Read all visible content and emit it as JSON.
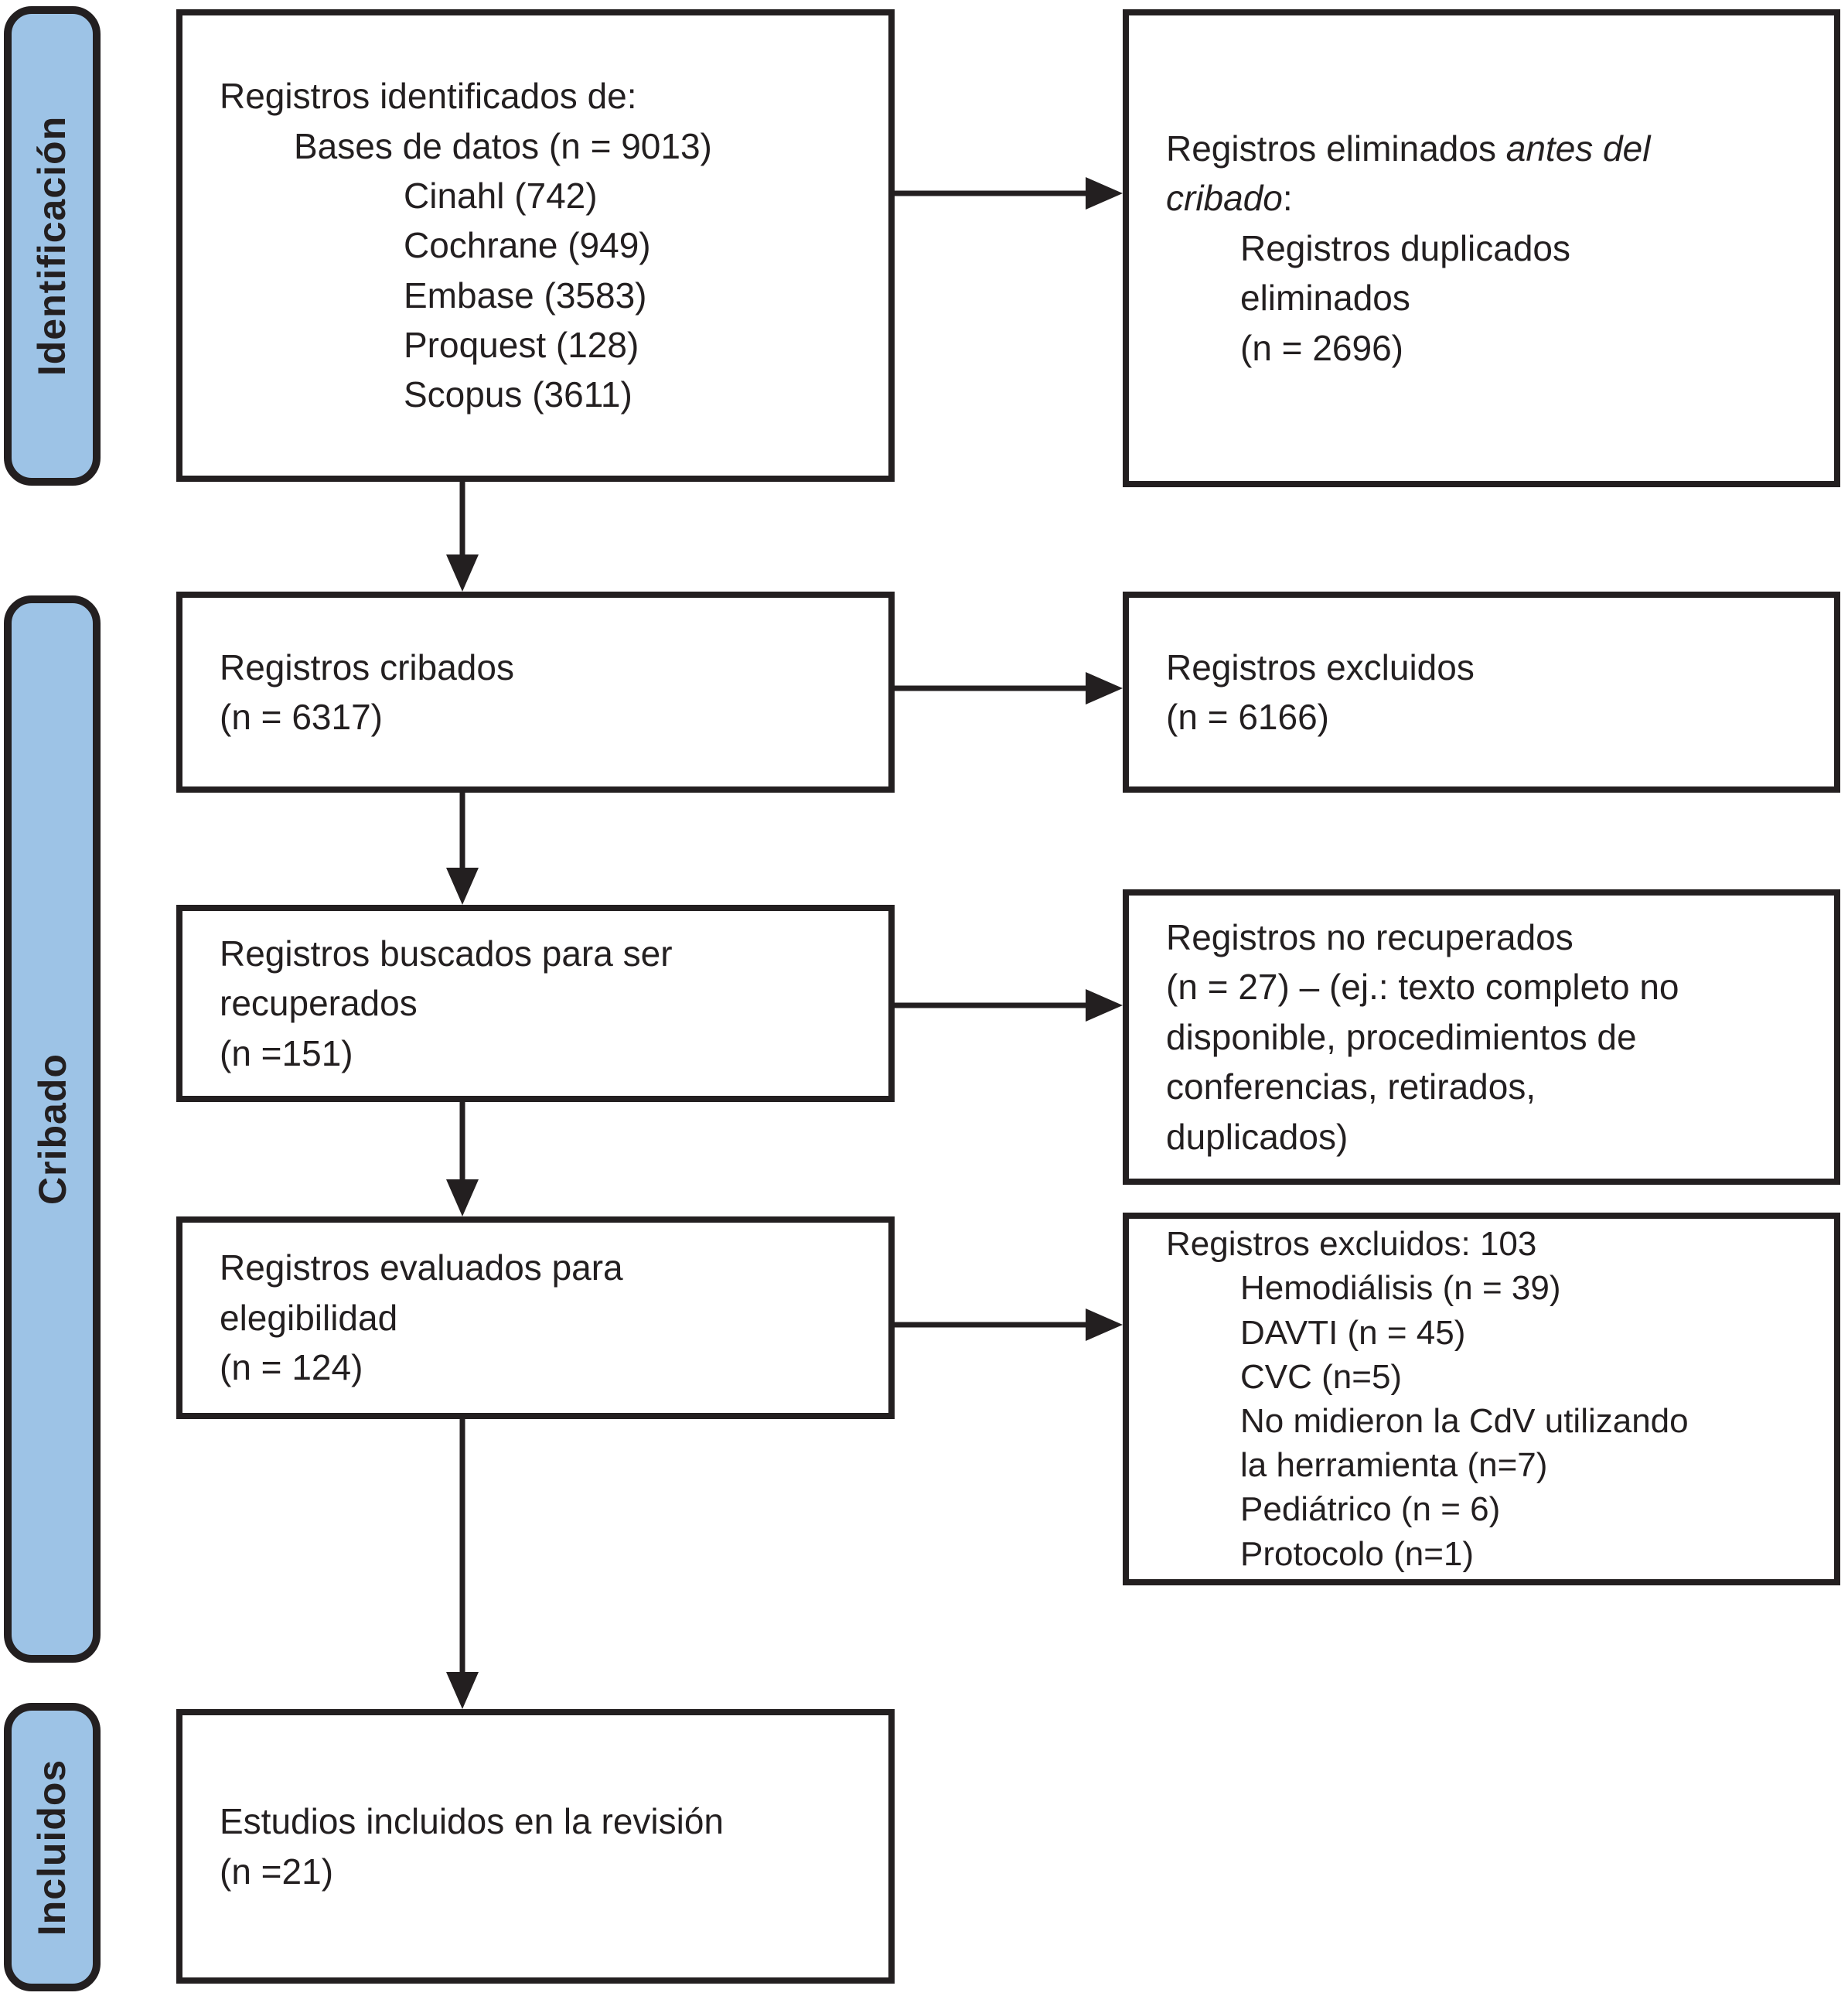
{
  "colors": {
    "stage_fill": "#9DC3E6",
    "ink": "#231F20",
    "background": "#FFFFFF"
  },
  "stages": {
    "identification": "Identificación",
    "screening": "Cribado",
    "included": "Incluidos"
  },
  "boxes": {
    "identified": {
      "title": "Registros identificados de:",
      "subtitle": "Bases de datos (n = 9013)",
      "sources": [
        "Cinahl (742)",
        "Cochrane (949)",
        "Embase (3583)",
        "Proquest (128)",
        "Scopus (3611)"
      ]
    },
    "removed_before": {
      "line1_regular": "Registros eliminados ",
      "line1_italic": "antes del",
      "line2_italic": "cribado",
      "line2_regular": ":",
      "detail_lines": [
        "Registros duplicados",
        "eliminados",
        "(n = 2696)"
      ]
    },
    "screened": {
      "lines": [
        "Registros cribados",
        "(n = 6317)"
      ]
    },
    "excluded_screening": {
      "lines": [
        "Registros excluidos",
        "(n = 6166)"
      ]
    },
    "sought": {
      "lines": [
        "Registros buscados para ser",
        "recuperados",
        "(n =151)"
      ]
    },
    "not_retrieved": {
      "lines": [
        "Registros no recuperados",
        "(n = 27) – (ej.: texto completo no",
        "disponible, procedimientos de",
        "conferencias, retirados,",
        "duplicados)"
      ]
    },
    "assessed": {
      "lines": [
        "Registros evaluados para",
        "elegibilidad",
        "(n = 124)"
      ]
    },
    "excluded_eligibility": {
      "title": "Registros excluidos: 103",
      "reason_lines": [
        "Hemodiálisis (n = 39)",
        "DAVTI (n = 45)",
        "CVC (n=5)",
        "No midieron la CdV utilizando",
        "la herramienta (n=7)",
        "Pediátrico (n = 6)",
        "Protocolo (n=1)"
      ]
    },
    "included_studies": {
      "lines": [
        "Estudios incluidos en la revisión",
        "(n =21)"
      ]
    }
  }
}
